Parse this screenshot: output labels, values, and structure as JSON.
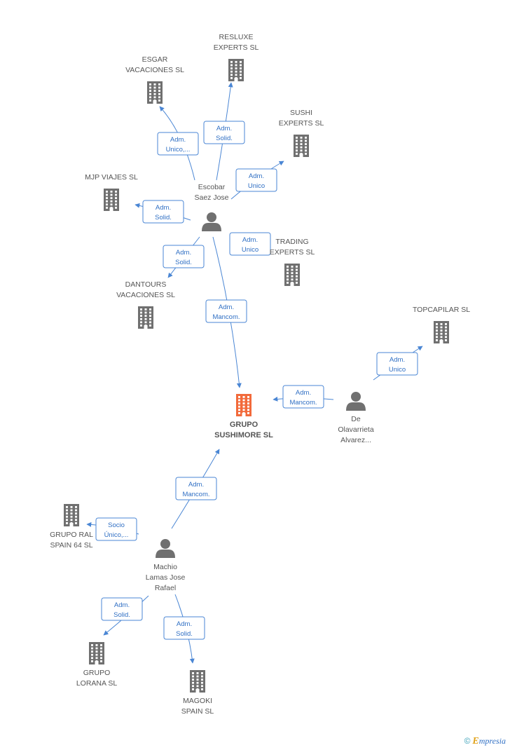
{
  "colors": {
    "edge": "#4a86d4",
    "company": "#707070",
    "main_company": "#f26a3b",
    "person": "#707070"
  },
  "nodes": [
    {
      "id": "resluxe",
      "kind": "company",
      "label": [
        "RESLUXE",
        "EXPERTS SL"
      ]
    },
    {
      "id": "esgar",
      "kind": "company",
      "label": [
        "ESGAR",
        "VACACIONES SL"
      ]
    },
    {
      "id": "sushi",
      "kind": "company",
      "label": [
        "SUSHI",
        "EXPERTS SL"
      ]
    },
    {
      "id": "mjp",
      "kind": "company",
      "label": [
        "MJP VIAJES SL"
      ]
    },
    {
      "id": "escobar",
      "kind": "person",
      "label": [
        "Escobar",
        "Saez Jose"
      ]
    },
    {
      "id": "trading",
      "kind": "company",
      "label": [
        "TRADING",
        "EXPERTS SL"
      ]
    },
    {
      "id": "dantours",
      "kind": "company",
      "label": [
        "DANTOURS",
        "VACACIONES SL"
      ]
    },
    {
      "id": "topcapilar",
      "kind": "company",
      "label": [
        "TOPCAPILAR  SL"
      ]
    },
    {
      "id": "grupo_sushimore",
      "kind": "main",
      "label": [
        "GRUPO",
        "SUSHIMORE SL"
      ]
    },
    {
      "id": "olavarrieta",
      "kind": "person",
      "label": [
        "De",
        "Olavarrieta",
        "Alvarez..."
      ]
    },
    {
      "id": "grupo_ral",
      "kind": "company",
      "label": [
        "GRUPO RAL",
        "SPAIN 64 SL"
      ]
    },
    {
      "id": "machio",
      "kind": "person",
      "label": [
        "Machio",
        "Lamas Jose",
        "Rafael"
      ]
    },
    {
      "id": "lorana",
      "kind": "company",
      "label": [
        "GRUPO",
        "LORANA SL"
      ]
    },
    {
      "id": "magoki",
      "kind": "company",
      "label": [
        "MAGOKI",
        "SPAIN  SL"
      ]
    }
  ],
  "edges": [
    {
      "from": "escobar",
      "to": "esgar",
      "label": [
        "Adm.",
        "Unico,..."
      ]
    },
    {
      "from": "escobar",
      "to": "resluxe",
      "label": [
        "Adm.",
        "Solid."
      ]
    },
    {
      "from": "escobar",
      "to": "sushi",
      "label": [
        "Adm.",
        "Unico"
      ]
    },
    {
      "from": "escobar",
      "to": "mjp",
      "label": [
        "Adm.",
        "Solid."
      ]
    },
    {
      "from": "escobar",
      "to": "trading",
      "label": [
        "Adm.",
        "Unico"
      ]
    },
    {
      "from": "escobar",
      "to": "dantours",
      "label": [
        "Adm.",
        "Solid."
      ]
    },
    {
      "from": "escobar",
      "to": "grupo_sushimore",
      "label": [
        "Adm.",
        "Mancom."
      ]
    },
    {
      "from": "olavarrieta",
      "to": "grupo_sushimore",
      "label": [
        "Adm.",
        "Mancom."
      ]
    },
    {
      "from": "olavarrieta",
      "to": "topcapilar",
      "label": [
        "Adm.",
        "Unico"
      ]
    },
    {
      "from": "machio",
      "to": "grupo_sushimore",
      "label": [
        "Adm.",
        "Mancom."
      ]
    },
    {
      "from": "machio",
      "to": "grupo_ral",
      "label": [
        "Socio",
        "Único,..."
      ]
    },
    {
      "from": "machio",
      "to": "lorana",
      "label": [
        "Adm.",
        "Solid."
      ]
    },
    {
      "from": "machio",
      "to": "magoki",
      "label": [
        "Adm.",
        "Solid."
      ]
    }
  ],
  "footer": {
    "copyright": "©",
    "brand_initial": "E",
    "brand_rest": "mpresia"
  }
}
